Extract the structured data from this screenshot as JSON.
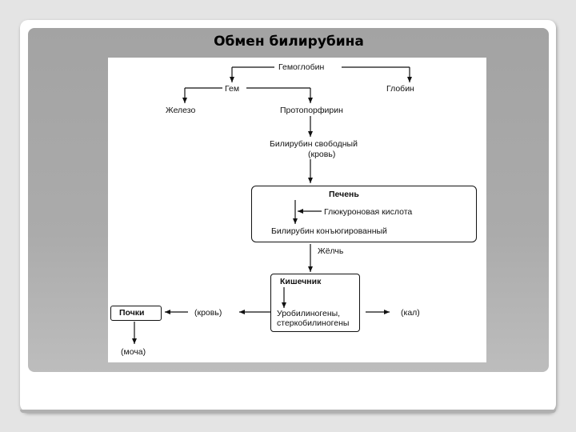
{
  "slide": {
    "title": "Обмен билирубина"
  },
  "diagram": {
    "nodes": {
      "hemoglobin": "Гемоглобин",
      "heme": "Гем",
      "globin": "Глобин",
      "iron": "Железо",
      "protoporphyrin": "Протопорфирин",
      "bilirubin_free_1": "Билирубин свободный",
      "bilirubin_free_2": "(кровь)",
      "liver": "Печень",
      "glucuronic_acid": "Глюкуроновая кислота",
      "bilirubin_conjugated": "Билирубин конъюгированный",
      "bile": "Жёлчь",
      "intestine": "Кишечник",
      "urobilinogens_1": "Уробилиногены,",
      "urobilinogens_2": "стеркобилиногены",
      "feces": "(кал)",
      "blood": "(кровь)",
      "kidneys": "Почки",
      "urine": "(моча)"
    }
  }
}
